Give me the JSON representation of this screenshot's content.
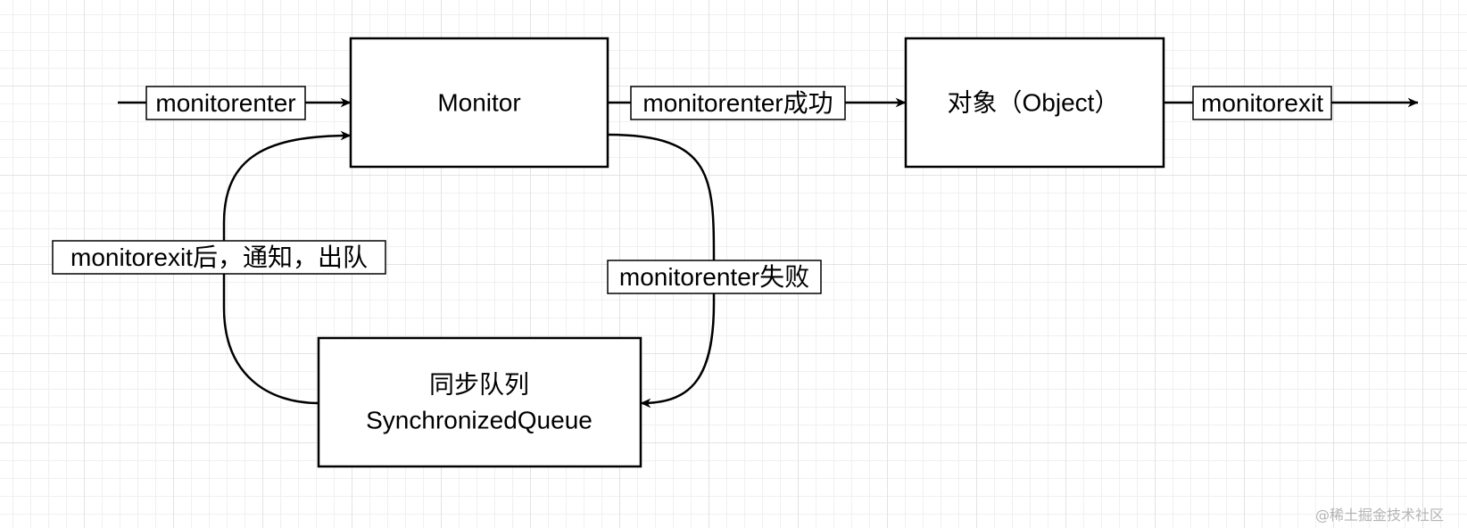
{
  "nodes": {
    "monitor": {
      "label": "Monitor"
    },
    "object": {
      "label": "对象（Object）"
    },
    "sync_queue": {
      "line1": "同步队列",
      "line2": "SynchronizedQueue"
    }
  },
  "edges": {
    "enter": {
      "label": "monitorenter"
    },
    "enter_success": {
      "label": "monitorenter成功"
    },
    "exit": {
      "label": "monitorexit"
    },
    "enter_fail": {
      "label": "monitorenter失败"
    },
    "exit_notify": {
      "label": "monitorexit后，通知，出队"
    }
  },
  "watermark": "@稀土掘金技术社区",
  "colors": {
    "stroke": "#000000",
    "label_background": "#ffffff",
    "watermark": "#b4b4b4"
  }
}
